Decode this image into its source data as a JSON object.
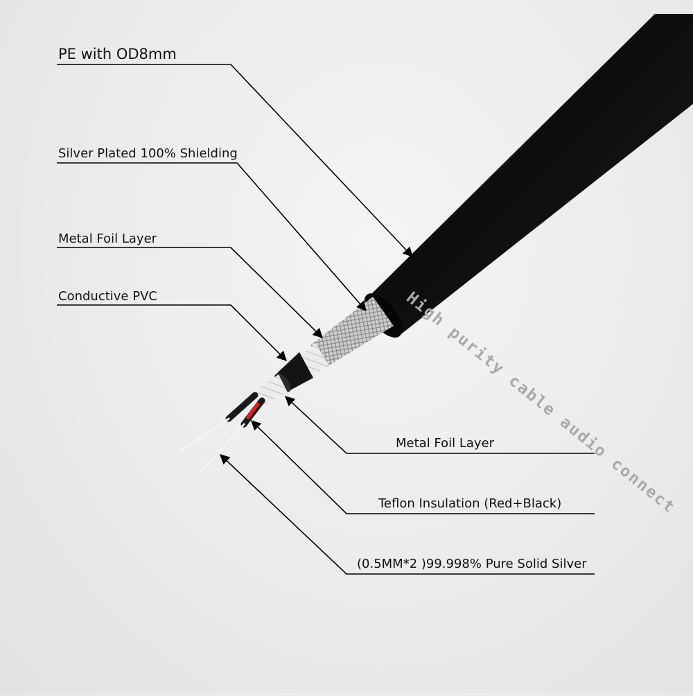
{
  "labels": {
    "pe_jacket": "PE with OD8mm",
    "silver_shield": "Silver Plated 100% Shielding",
    "metal_foil_outer": "Metal Foil Layer",
    "conductive_pvc": "Conductive PVC",
    "metal_foil_inner": "Metal Foil Layer",
    "teflon": "Teflon Insulation (Red+Black)",
    "conductor": "(0.5MM*2 )99.998% Pure Solid Silver"
  },
  "cable_print": "High purity cable audio connect",
  "colors": {
    "jacket": "#111111",
    "braid": "#d4d4d4",
    "foil": "#e9e9e9",
    "red_insulation": "#e02020",
    "black_insulation": "#1a1a1a",
    "silver_wire": "#f3f3f3",
    "leader_line": "#000000"
  }
}
